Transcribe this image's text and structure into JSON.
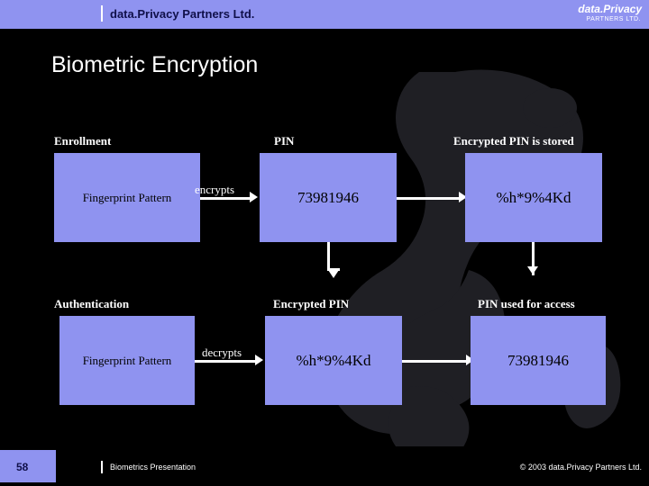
{
  "header": {
    "title": "data.Privacy Partners Ltd.",
    "brand_main": "data.Privacy",
    "brand_sub": "PARTNERS LTD."
  },
  "slide": {
    "title": "Biometric Encryption"
  },
  "diagram": {
    "row1": {
      "caption_left": "Enrollment",
      "caption_mid": "PIN",
      "caption_right": "Encrypted PIN is stored",
      "box_left_label": "Fingerprint Pattern",
      "operation": "encrypts",
      "value_mid": "73981946",
      "value_right": "%h*9%4Kd"
    },
    "row2": {
      "caption_left": "Authentication",
      "caption_mid": "Encrypted PIN",
      "caption_right": "PIN used for access",
      "box_left_label": "Fingerprint Pattern",
      "operation": "decrypts",
      "value_mid": "%h*9%4Kd",
      "value_right": "73981946"
    }
  },
  "footer": {
    "page_number": "58",
    "text": "Biometrics Presentation",
    "copyright": "© 2003 data.Privacy Partners Ltd."
  },
  "colors": {
    "accent": "#8f93f0",
    "background": "#000000",
    "text_on_accent": "#10104a",
    "text_light": "#ffffff"
  }
}
